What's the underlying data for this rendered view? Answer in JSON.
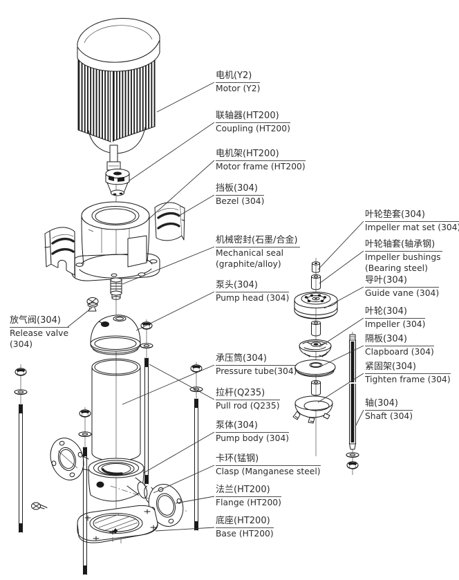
{
  "diagram": {
    "colors": {
      "background": "#ffffff",
      "line": "#1a1a1a",
      "label_text": "#2b2b2b"
    },
    "labels": [
      {
        "id": "motor",
        "cn": "电机(Y2)",
        "en": "Motor (Y2)"
      },
      {
        "id": "coupling",
        "cn": "联轴器(HT200)",
        "en": "Coupling (HT200)"
      },
      {
        "id": "motor-frame",
        "cn": "电机架(HT200)",
        "en": "Motor frame (HT200)"
      },
      {
        "id": "bezel",
        "cn": "挡板(304)",
        "en": "Bezel (304)"
      },
      {
        "id": "mechanical-seal",
        "cn": "机械密封(石墨/合金)",
        "en": "Mechanical seal (graphite/alloy)"
      },
      {
        "id": "pump-head",
        "cn": "泵头(304)",
        "en": "Pump head (304)"
      },
      {
        "id": "release-valve",
        "cn": "放气阀(304)",
        "en": "Release valve (304)"
      },
      {
        "id": "pressure-tube",
        "cn": "承压筒(304)",
        "en": "Pressure tube(304)"
      },
      {
        "id": "pull-rod",
        "cn": "拉杆(Q235)",
        "en": "Pull rod (Q235)"
      },
      {
        "id": "pump-body",
        "cn": "泵体(304)",
        "en": "Pump body (304)"
      },
      {
        "id": "clasp",
        "cn": "卡环(锰钢)",
        "en": "Clasp (Manganese steel)"
      },
      {
        "id": "flange",
        "cn": "法兰(HT200)",
        "en": "Flange (HT200)"
      },
      {
        "id": "base",
        "cn": "底座(HT200)",
        "en": "Base (HT200)"
      },
      {
        "id": "impeller-mat-set",
        "cn": "叶轮垫套(304)",
        "en": "Impeller mat set (304)"
      },
      {
        "id": "impeller-bushings",
        "cn": "叶轮轴套(轴承钢)",
        "en": "Impeller bushings (Bearing steel)"
      },
      {
        "id": "guide-vane",
        "cn": "导叶(304)",
        "en": "Guide vane (304)"
      },
      {
        "id": "impeller",
        "cn": "叶轮(304)",
        "en": "Impeller (304)"
      },
      {
        "id": "clapboard",
        "cn": "隔板(304)",
        "en": "Clapboard (304)"
      },
      {
        "id": "tighten-frame",
        "cn": "紧固架(304)",
        "en": "Tighten frame (304)"
      },
      {
        "id": "shaft",
        "cn": "轴(304)",
        "en": "Shaft (304)"
      }
    ]
  }
}
